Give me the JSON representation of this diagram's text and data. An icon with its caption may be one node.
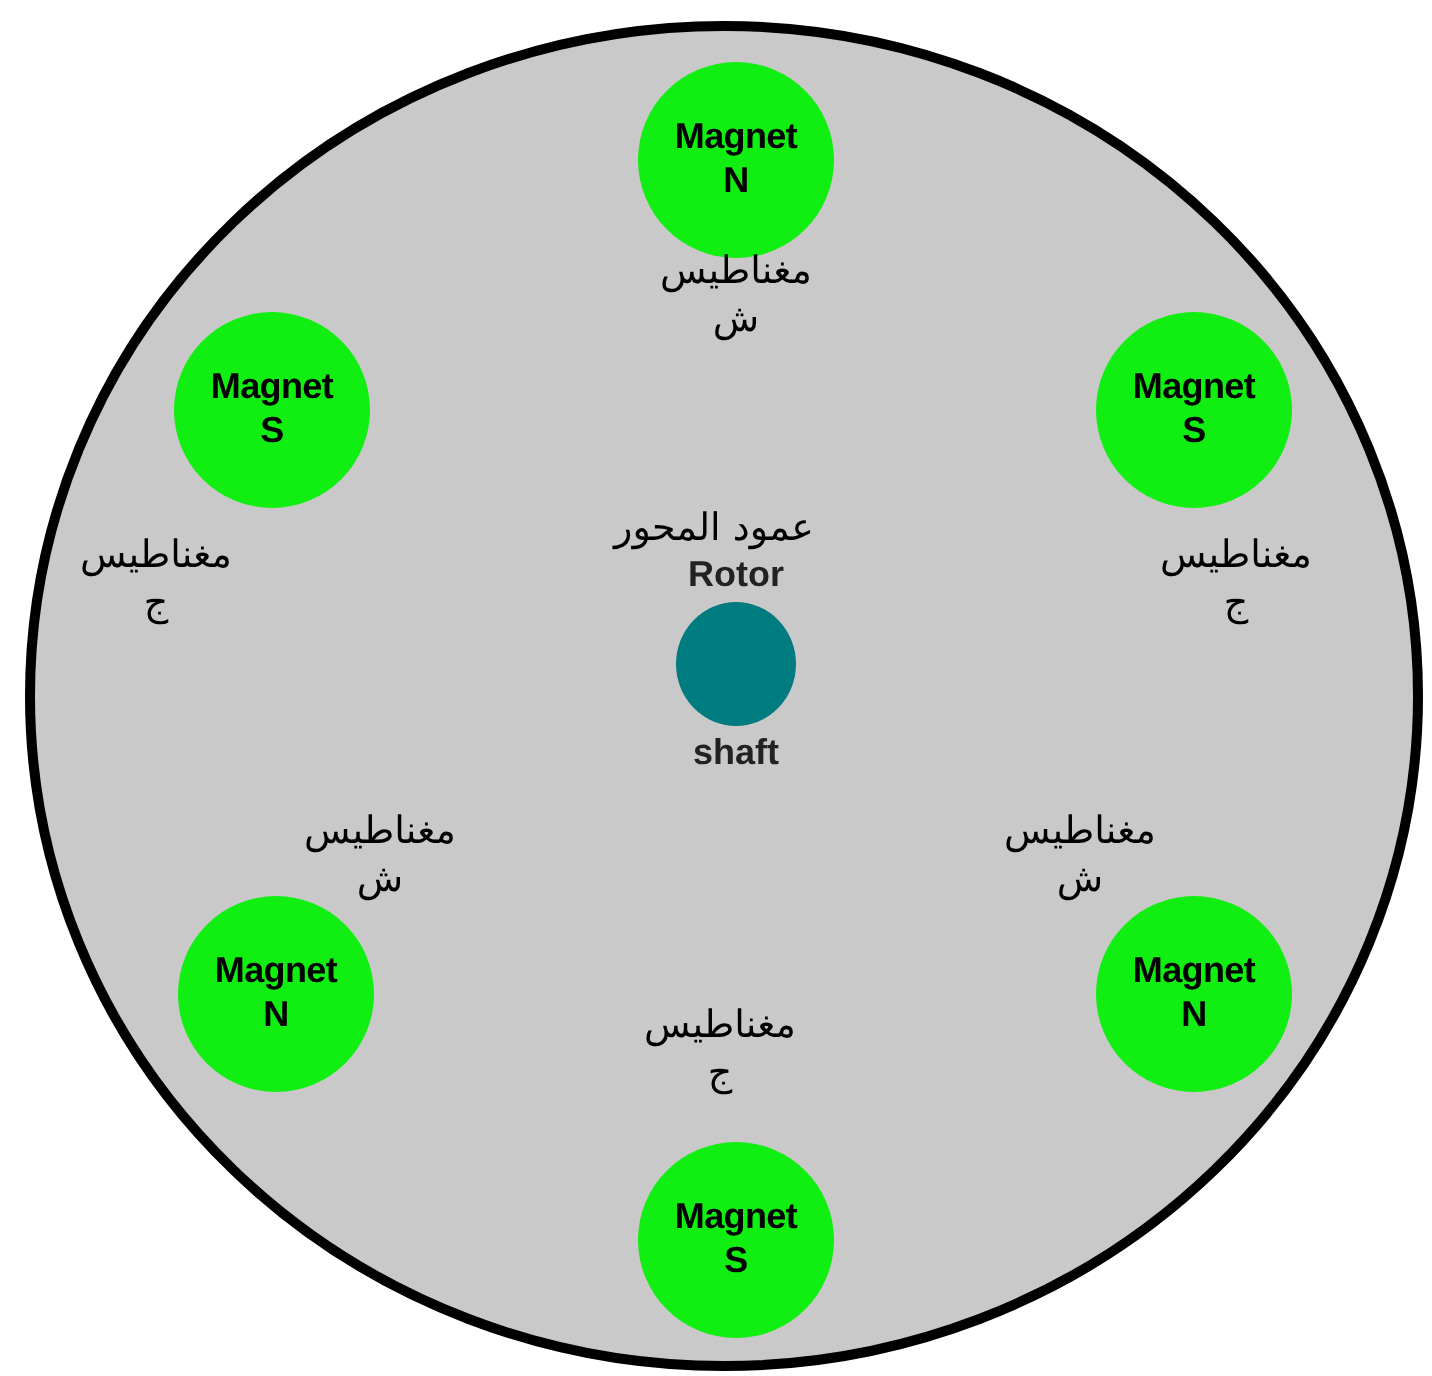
{
  "diagram": {
    "nodes": [
      {
        "text": [],
        "shape": "circle"
      },
      {
        "text": [
          "Magnet N"
        ],
        "in": 0,
        "beside": [
          "مغناطيس ش"
        ]
      },
      {
        "text": [
          "Magnet S"
        ],
        "in": 0,
        "beside": [
          "مغناطيس ج"
        ]
      },
      {
        "text": [
          "Magnet S"
        ],
        "in": 0,
        "beside": [
          "مغناطيس ج"
        ]
      },
      {
        "text": [
          "Rotor",
          "shaft"
        ],
        "in": 0,
        "beside": [
          "عمود المحور"
        ]
      },
      {
        "text": [
          "Magnet N"
        ],
        "in": 0,
        "beside": [
          "مغناطيس ش"
        ]
      },
      {
        "text": [
          "Magnet N"
        ],
        "in": 0,
        "beside": [
          "مغناطيس ش"
        ]
      },
      {
        "text": [
          "Magnet S"
        ],
        "in": 0,
        "beside": [
          "مغناطيس ج"
        ]
      }
    ]
  }
}
